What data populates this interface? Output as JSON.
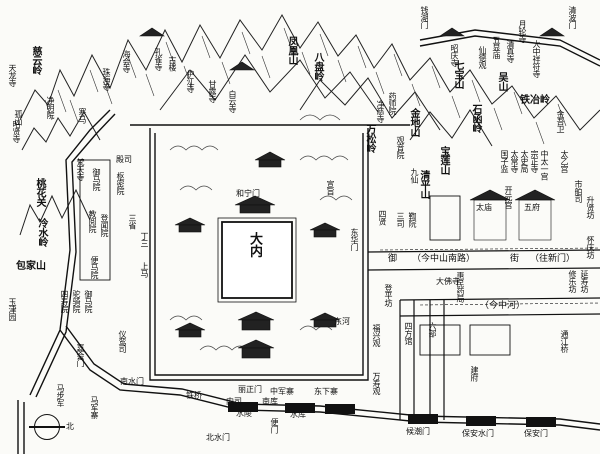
{
  "palace": {
    "name": "大内"
  },
  "compass": {
    "north": "北"
  },
  "mountains": [
    {
      "id": "fenghuang",
      "name": "凤凰山"
    },
    {
      "id": "bapan",
      "name": "八盘岭"
    },
    {
      "id": "ciyun",
      "name": "慈云岭"
    },
    {
      "id": "taohua",
      "name": "桃花关"
    },
    {
      "id": "lengshui",
      "name": "冷水岭"
    },
    {
      "id": "baojia",
      "name": "包家山"
    },
    {
      "id": "wansong",
      "name": "万松岭"
    },
    {
      "id": "jindi",
      "name": "金地山"
    },
    {
      "id": "qibao",
      "name": "七宝山"
    },
    {
      "id": "shihan",
      "name": "石函岭"
    },
    {
      "id": "baolian",
      "name": "宝莲山"
    },
    {
      "id": "qingping",
      "name": "清平山"
    },
    {
      "id": "tiezhi",
      "name": "铁冶岭"
    },
    {
      "id": "wushan",
      "name": "吴山"
    }
  ],
  "roads": {
    "yujie": "御",
    "jie": "街",
    "zhongnan": "（今中山南路）",
    "wangyun": "（往新门）",
    "zhonghe": "（今中河）",
    "donghe": "东河"
  },
  "gates": [
    {
      "id": "nanshui",
      "name": "南水门"
    },
    {
      "id": "beishui",
      "name": "北水门"
    },
    {
      "id": "bianmen",
      "name": "便门"
    },
    {
      "id": "houchao",
      "name": "候潮门"
    },
    {
      "id": "baoanshui",
      "name": "保安水门"
    },
    {
      "id": "baoan",
      "name": "保安门"
    },
    {
      "id": "qianlai",
      "name": "钱湖门"
    },
    {
      "id": "qingbo",
      "name": "清波门"
    },
    {
      "id": "hening",
      "name": "和宁门"
    },
    {
      "id": "lizheng",
      "name": "丽正门"
    },
    {
      "id": "donghua",
      "name": "东华门"
    },
    {
      "id": "tongjiang",
      "name": "通江桥"
    }
  ],
  "places": [
    {
      "id": "tianlong",
      "name": "天龙寺"
    },
    {
      "id": "jingming",
      "name": "净明院"
    },
    {
      "id": "fangui",
      "name": "梵天寺"
    },
    {
      "id": "zhaoxian",
      "name": "昭贤寺"
    },
    {
      "id": "yuma",
      "name": "御马院"
    },
    {
      "id": "denghua",
      "name": "登闻院"
    },
    {
      "id": "jiaoyue",
      "name": "教阅院"
    },
    {
      "id": "bianma",
      "name": "便马院"
    },
    {
      "id": "siyuan",
      "name": "四寿院"
    },
    {
      "id": "tuoji",
      "name": "驼骑院"
    },
    {
      "id": "yuma2",
      "name": "御马院"
    },
    {
      "id": "yujin",
      "name": "玉津园"
    },
    {
      "id": "yiluan",
      "name": "仪鸾司"
    },
    {
      "id": "sanshi",
      "name": "三省"
    },
    {
      "id": "shumi",
      "name": "枢密院"
    },
    {
      "id": "dianqian",
      "name": "殿司"
    },
    {
      "id": "zhongtai",
      "name": "中太一宫"
    },
    {
      "id": "taimiao",
      "name": "太庙"
    },
    {
      "id": "wufu",
      "name": "五府"
    },
    {
      "id": "sansi",
      "name": "三司"
    },
    {
      "id": "jiaji",
      "name": "鞫院"
    },
    {
      "id": "taiyi",
      "name": "太乙宫"
    },
    {
      "id": "shiji",
      "name": "市舶司"
    },
    {
      "id": "huimin",
      "name": "惠民药局"
    },
    {
      "id": "liubu",
      "name": "六部"
    },
    {
      "id": "jianfu",
      "name": "建府"
    },
    {
      "id": "simen",
      "name": "四方馆"
    },
    {
      "id": "dengping",
      "name": "登平坊"
    },
    {
      "id": "tieqiao",
      "name": "铁桥"
    },
    {
      "id": "zhongshao",
      "name": "中军寨"
    },
    {
      "id": "dongxia",
      "name": "东下寨"
    },
    {
      "id": "neisi",
      "name": "内司"
    },
    {
      "id": "nanku",
      "name": "南库"
    },
    {
      "id": "wanshou",
      "name": "万寿观"
    },
    {
      "id": "fuxing",
      "name": "福兴观"
    },
    {
      "id": "dafo",
      "name": "大佛寺"
    },
    {
      "id": "jiahui",
      "name": "嘉会门"
    },
    {
      "id": "majun",
      "name": "马军寨"
    },
    {
      "id": "mabu",
      "name": "马步军"
    },
    {
      "id": "zhuhai",
      "name": "珠海寺"
    },
    {
      "id": "haihui",
      "name": "海会寺"
    },
    {
      "id": "kongqi",
      "name": "孔雀寺"
    },
    {
      "id": "gulou",
      "name": "古楼"
    },
    {
      "id": "hujiang",
      "name": "护江寺"
    },
    {
      "id": "ganluo",
      "name": "甘露寺"
    },
    {
      "id": "baiyun",
      "name": "白云寺"
    },
    {
      "id": "gushan",
      "name": "孤山"
    },
    {
      "id": "yuelun",
      "name": "月轮寺"
    },
    {
      "id": "dazhong",
      "name": "大中祥符寺"
    },
    {
      "id": "qingzhen",
      "name": "清真寺"
    },
    {
      "id": "wuxian",
      "name": "五显庙"
    },
    {
      "id": "xiande",
      "name": "仙德观"
    },
    {
      "id": "yaoshi",
      "name": "药师院"
    },
    {
      "id": "jingci",
      "name": "净慈寺"
    },
    {
      "id": "guanyin",
      "name": "观音院"
    },
    {
      "id": "zhaoqing",
      "name": "昭庆寺"
    },
    {
      "id": "jinwu",
      "name": "金吾卫"
    },
    {
      "id": "zongsi",
      "name": "宗正寺"
    },
    {
      "id": "taishi",
      "name": "太史局"
    },
    {
      "id": "taichang",
      "name": "太常寺"
    },
    {
      "id": "guozi",
      "name": "国子监"
    },
    {
      "id": "shengxian",
      "name": "升贤坊"
    },
    {
      "id": "huaiqing",
      "name": "怀庆坊"
    },
    {
      "id": "xiule",
      "name": "修乐坊"
    },
    {
      "id": "yanshou",
      "name": "延寿坊"
    },
    {
      "id": "shuiling",
      "name": "水陵"
    },
    {
      "id": "shuiku",
      "name": "水库"
    },
    {
      "id": "xuanzhi",
      "name": "宣旨"
    },
    {
      "id": "jiuxian",
      "name": "九仙"
    },
    {
      "id": "sixian",
      "name": "四贤"
    },
    {
      "id": "hanma",
      "name": "寒马"
    },
    {
      "id": "kaiyuan",
      "name": "开元宫"
    },
    {
      "id": "dingsan",
      "name": "丁三"
    },
    {
      "id": "shangma",
      "name": "上马"
    }
  ]
}
